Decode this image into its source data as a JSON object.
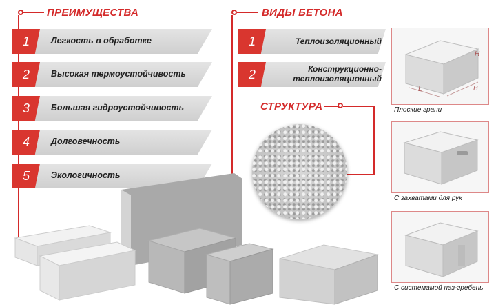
{
  "advantages": {
    "title": "ПРЕИМУЩЕСТВА",
    "items": [
      {
        "num": "1",
        "label": "Легкость в обработке"
      },
      {
        "num": "2",
        "label": "Высокая термоустойчивость"
      },
      {
        "num": "3",
        "label": "Большая гидроустойчивость"
      },
      {
        "num": "4",
        "label": "Долговечность"
      },
      {
        "num": "5",
        "label": "Экологичность"
      }
    ]
  },
  "concrete_types": {
    "title": "ВИДЫ БЕТОНА",
    "items": [
      {
        "num": "1",
        "label_line1": "Теплоизоляционный",
        "label_line2": ""
      },
      {
        "num": "2",
        "label_line1": "Конструкционно-",
        "label_line2": "теплоизоляционный"
      }
    ]
  },
  "structure": {
    "title": "СТРУКТУРА"
  },
  "samples": [
    {
      "caption": "Плоские грани",
      "dim_l": "L",
      "dim_h": "H",
      "dim_b": "B"
    },
    {
      "caption": "С захватами для рук"
    },
    {
      "caption": "С системамой паз-гребень"
    }
  ],
  "colors": {
    "accent": "#d42a2a",
    "badge": "#d9362f",
    "bar": "#d8d8d8",
    "block": "#e2e2e2"
  }
}
